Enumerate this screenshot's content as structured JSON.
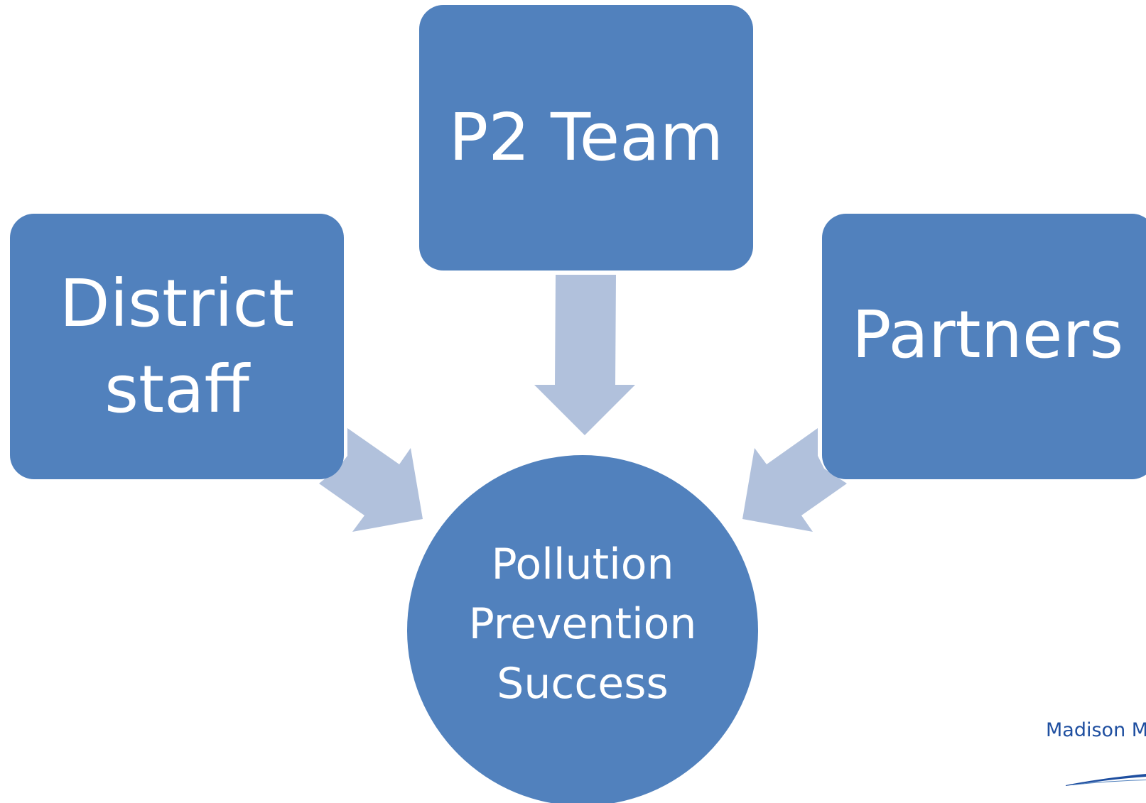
{
  "diagram": {
    "top_box": "P2 Team",
    "left_box": "District\nstaff",
    "right_box": "Partners",
    "center_circle": "Pollution\nPrevention\nSuccess"
  },
  "logo": {
    "text": "Madison M"
  },
  "colors": {
    "box_fill": "#5181bd",
    "arrow_fill": "#b1c1dc",
    "text": "#ffffff",
    "logo_text": "#1f4fa0"
  }
}
